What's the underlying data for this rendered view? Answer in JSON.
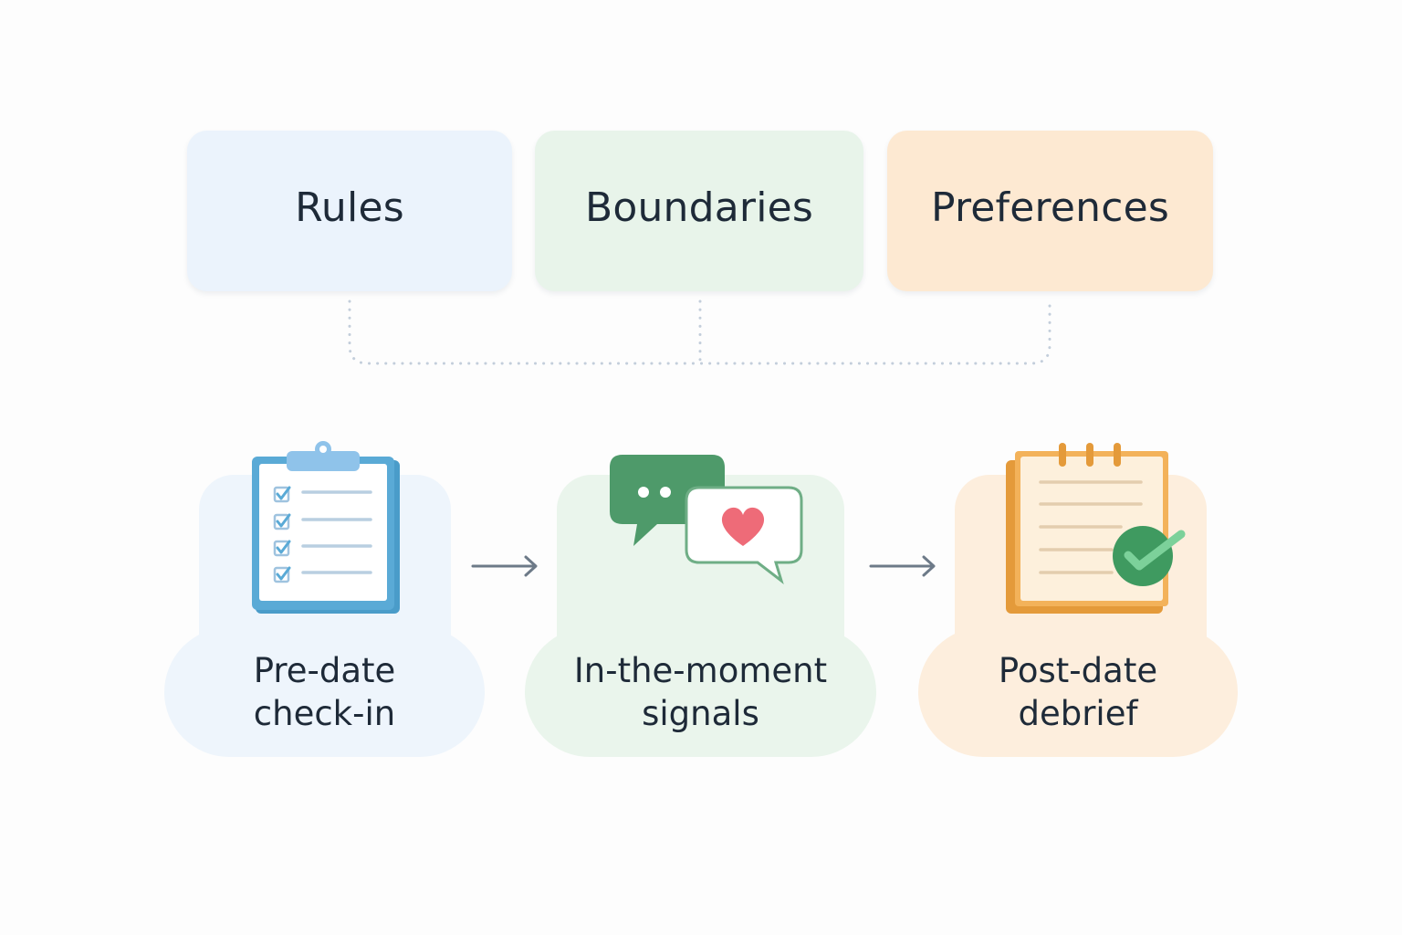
{
  "categories": [
    {
      "id": "rules",
      "label": "Rules"
    },
    {
      "id": "boundaries",
      "label": "Boundaries"
    },
    {
      "id": "preferences",
      "label": "Preferences"
    }
  ],
  "stages": [
    {
      "id": "pre",
      "line1": "Pre-date",
      "line2": "check-in",
      "icon": "clipboard-checklist-icon"
    },
    {
      "id": "moment",
      "line1": "In-the-moment",
      "line2": "signals",
      "icon": "chat-bubbles-heart-icon"
    },
    {
      "id": "post",
      "line1": "Post-date",
      "line2": "debrief",
      "icon": "notepad-check-icon"
    }
  ],
  "colors": {
    "blue_fill": "#ebf3fc",
    "green_fill": "#e8f4ea",
    "orange_fill": "#fde9d2",
    "text": "#1e2a38",
    "connector": "#c3cedb",
    "arrow": "#6d7a88",
    "clipboard_accent": "#4a9cc9",
    "chat_green": "#4e9a6a",
    "heart": "#ee6b78",
    "notepad_orange": "#e49a3a",
    "check_green": "#3f9a60"
  }
}
